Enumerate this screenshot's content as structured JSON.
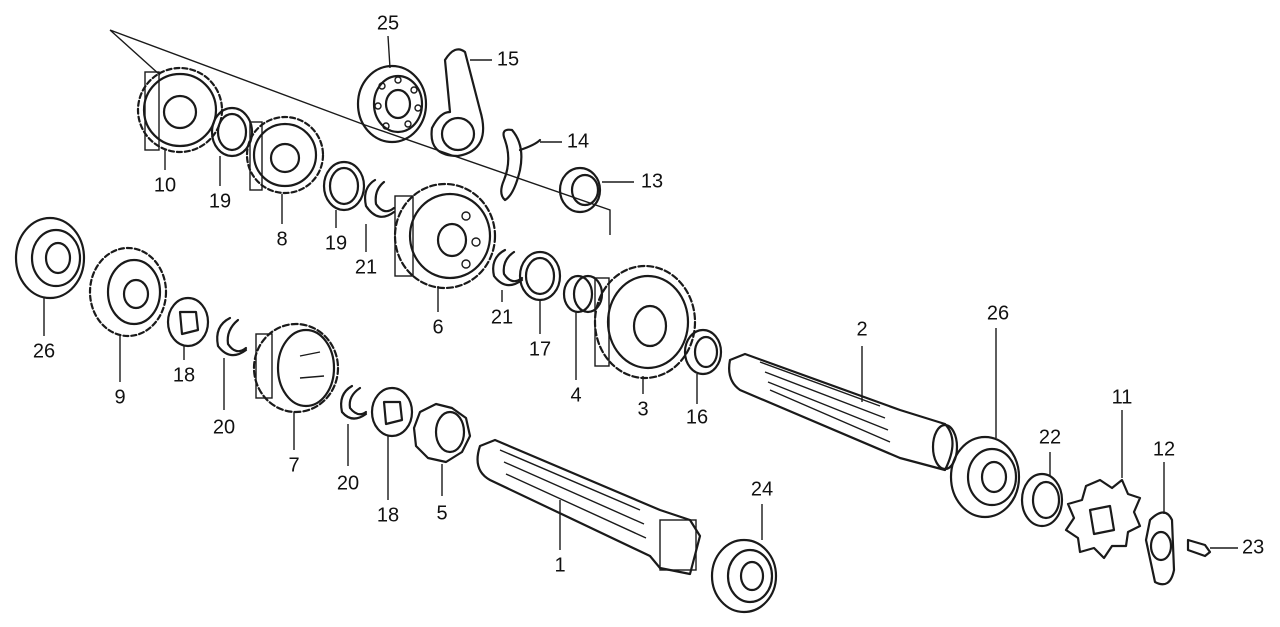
{
  "diagram": {
    "callouts": {
      "c1": "1",
      "c2": "2",
      "c3": "3",
      "c4": "4",
      "c5": "5",
      "c6": "6",
      "c7": "7",
      "c8": "8",
      "c9": "9",
      "c10": "10",
      "c11": "11",
      "c12": "12",
      "c13": "13",
      "c14": "14",
      "c15": "15",
      "c16": "16",
      "c17": "17",
      "c18a": "18",
      "c18b": "18",
      "c19a": "19",
      "c19b": "19",
      "c20a": "20",
      "c20b": "20",
      "c21a": "21",
      "c21b": "21",
      "c22": "22",
      "c23": "23",
      "c24": "24",
      "c25": "25",
      "c26a": "26",
      "c26b": "26"
    },
    "colors": {
      "ink": "#1a1a1a",
      "background": "#ffffff"
    }
  }
}
